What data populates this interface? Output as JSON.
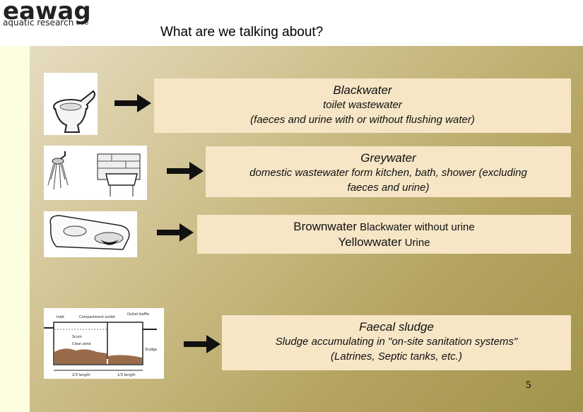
{
  "logo": {
    "word": "eawag",
    "subtitle": "aquatic research",
    "dots": "ooo"
  },
  "title": "What are we talking about?",
  "items": [
    {
      "head": "Blackwater",
      "lines": [
        "toilet wastewater",
        "(faeces and urine with or without flushing water)"
      ]
    },
    {
      "head": "Greywater",
      "lines": [
        "domestic wastewater form kitchen, bath, shower (excluding",
        "faeces and urine)"
      ]
    },
    {
      "line1_head": "Brownwater",
      "line1_rest": " Blackwater without urine",
      "line2_head": "Yellowwater",
      "line2_rest": " Urine"
    },
    {
      "head": "Faecal sludge",
      "lines": [
        "Sludge accumulating in \"on-site sanitation systems\"",
        "(Latrines, Septic tanks, etc.)"
      ]
    }
  ],
  "diagram_labels": {
    "inlet": "Inlet",
    "compartment": "Compartment outlet",
    "outlet": "Outlet baffle",
    "scum": "Scum",
    "clear": "Clear zone",
    "sludge": "Sludge",
    "length1": "2/3 length",
    "length2": "1/3 length"
  },
  "page_number": "5"
}
